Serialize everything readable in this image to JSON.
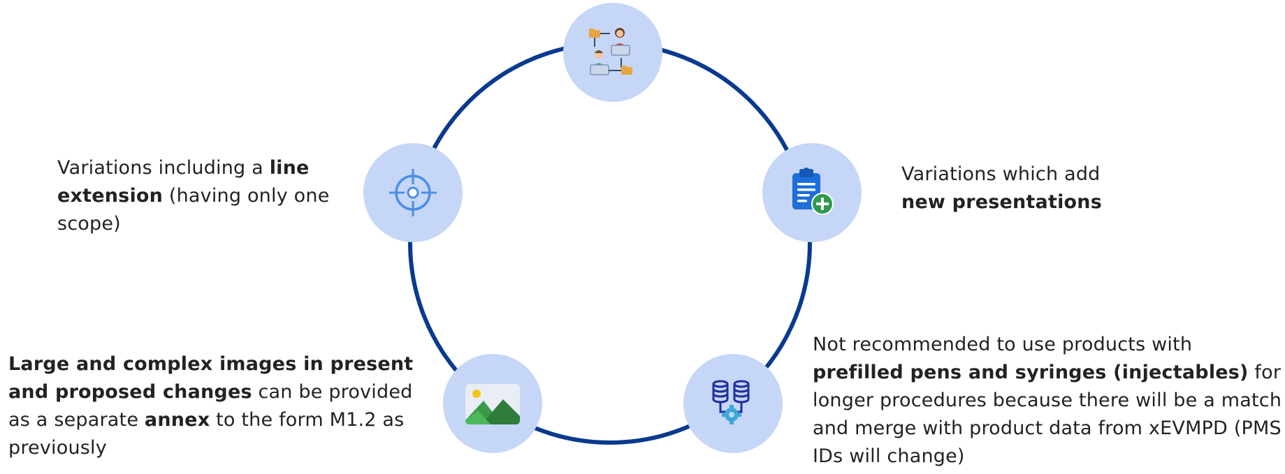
{
  "colors": {
    "ring": "#0a3a8f",
    "node_fill": "#c5d6f7",
    "text": "#222222"
  },
  "nodes": [
    {
      "name": "collaboration-node",
      "icon": "people-exchange-icon"
    },
    {
      "name": "add-document-node",
      "icon": "clipboard-plus-icon"
    },
    {
      "name": "database-node",
      "icon": "database-gear-icon"
    },
    {
      "name": "image-node",
      "icon": "landscape-image-icon"
    },
    {
      "name": "target-node",
      "icon": "crosshair-target-icon"
    }
  ],
  "captions": {
    "line_extension": {
      "t1": "Variations including a ",
      "b1": "line extension",
      "t2": " (having only one scope)"
    },
    "new_presentations": {
      "t1": "Variations which add ",
      "b1": "new presentations"
    },
    "prefilled": {
      "t1": "Not recommended to use products with ",
      "b1": "prefilled pens and syringes (injectables)",
      "t2": " for longer procedures because there will be a match and merge with product data from xEVMPD (PMS IDs will change)"
    },
    "images": {
      "b1": "Large and complex images in present and proposed changes",
      "t1": " can be provided as a separate ",
      "b2": "annex",
      "t2": " to the form M1.2 as previously"
    }
  }
}
